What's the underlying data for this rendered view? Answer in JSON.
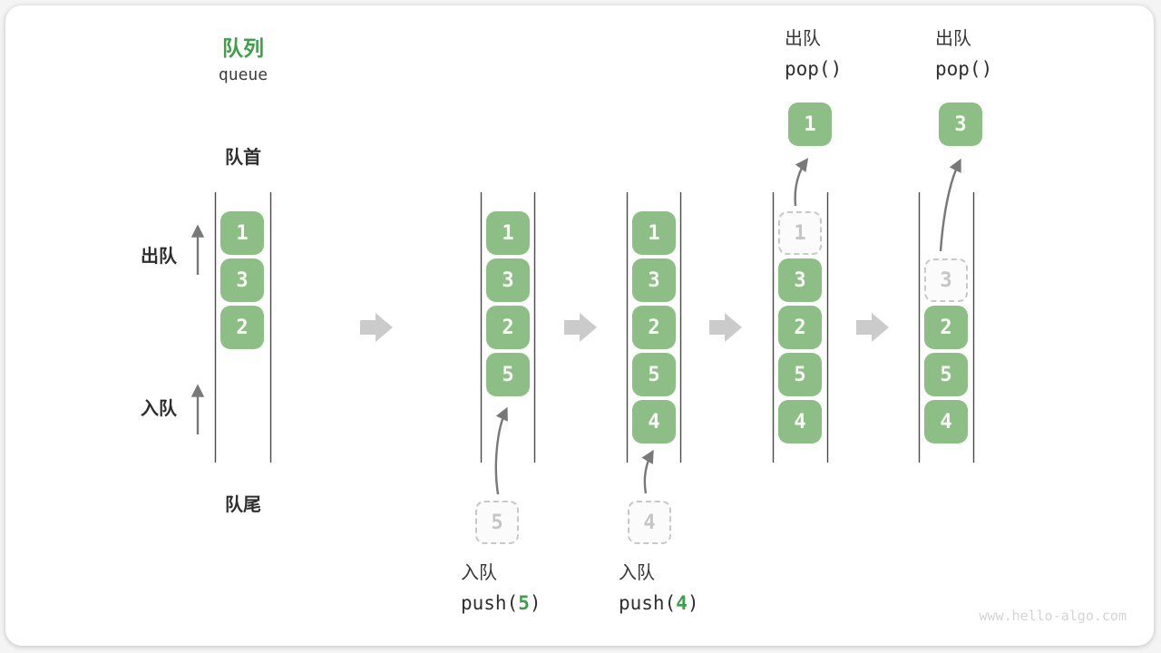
{
  "header": {
    "title": "队列",
    "subtitle": "queue"
  },
  "labels": {
    "front": "队首",
    "rear": "队尾",
    "dequeue_side": "出队",
    "enqueue_side": "入队"
  },
  "watermark": "www.hello-algo.com",
  "colors": {
    "green_accent": "#3F9E49",
    "green_box": "#8DBE85",
    "gray_arrow": "#787878",
    "gray_block": "#CBCBCB",
    "gray_ghost": "#C8C8C8",
    "line_dark": "#4A4A4A"
  },
  "states": [
    {
      "slots": [
        {
          "v": "1"
        },
        {
          "v": "3"
        },
        {
          "v": "2"
        }
      ]
    },
    {
      "slots": [
        {
          "v": "1"
        },
        {
          "v": "3"
        },
        {
          "v": "2"
        },
        {
          "v": "5"
        }
      ],
      "staging": {
        "v": "5"
      }
    },
    {
      "slots": [
        {
          "v": "1"
        },
        {
          "v": "3"
        },
        {
          "v": "2"
        },
        {
          "v": "5"
        },
        {
          "v": "4"
        }
      ],
      "staging": {
        "v": "4"
      }
    },
    {
      "slots": [
        {
          "v": "1",
          "ghost": true
        },
        {
          "v": "3"
        },
        {
          "v": "2"
        },
        {
          "v": "5"
        },
        {
          "v": "4"
        }
      ],
      "popped": {
        "v": "1"
      }
    },
    {
      "slots": [
        {
          "v": "3",
          "ghost": true
        },
        {
          "v": "2"
        },
        {
          "v": "5"
        },
        {
          "v": "4"
        }
      ],
      "popped": {
        "v": "3"
      }
    }
  ],
  "operations": {
    "push5": {
      "label": "入队",
      "fn_open": "push(",
      "arg": "5",
      "fn_close": ")"
    },
    "push4": {
      "label": "入队",
      "fn_open": "push(",
      "arg": "4",
      "fn_close": ")"
    },
    "pop1": {
      "label": "出队",
      "fn": "pop()"
    },
    "pop2": {
      "label": "出队",
      "fn": "pop()"
    }
  }
}
